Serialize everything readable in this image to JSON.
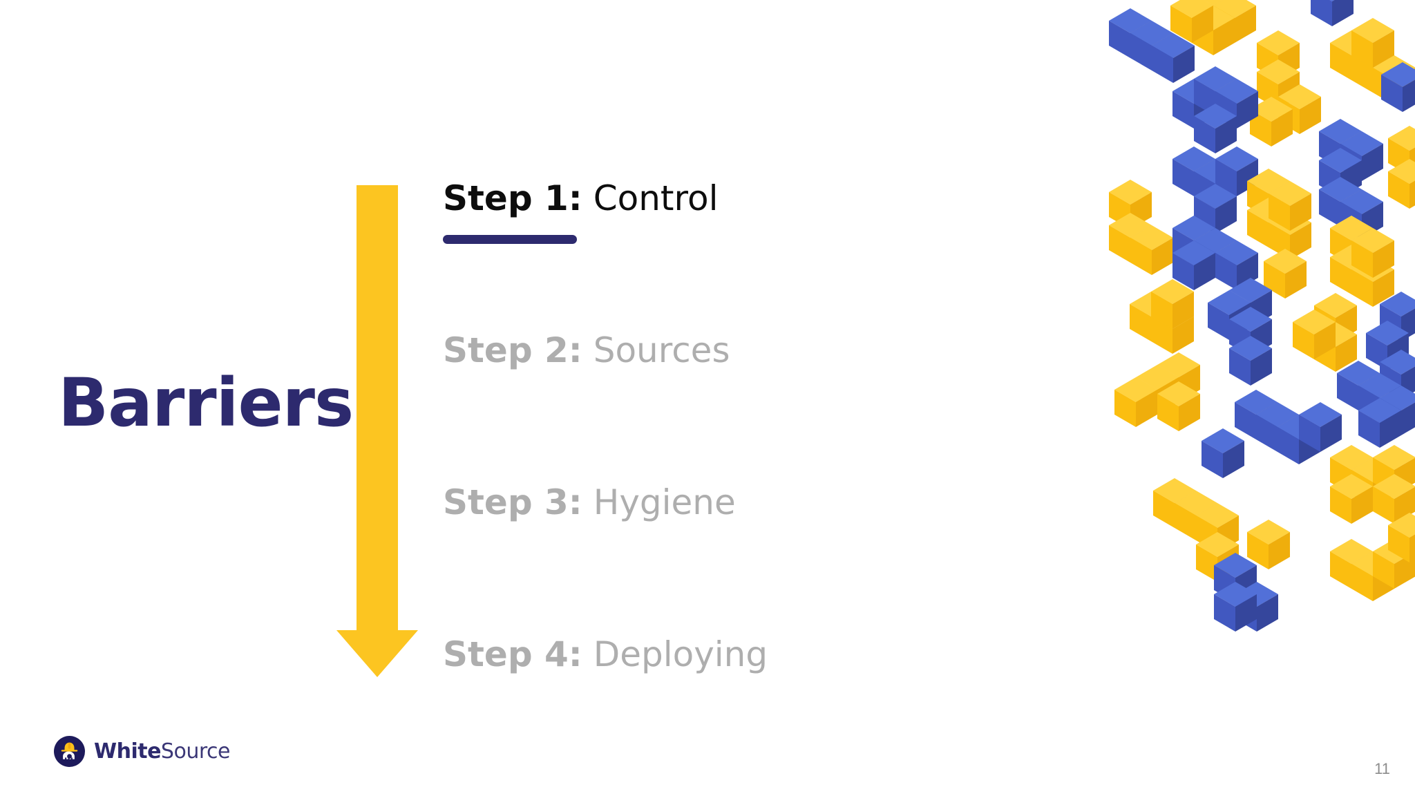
{
  "slide": {
    "title": "Barriers",
    "page_number": "11",
    "background_color": "#ffffff"
  },
  "colors": {
    "navy": "#2D2A6E",
    "yellow": "#FCC521",
    "yellow_dark": "#EFAF12",
    "yellow_light": "#FFD54A",
    "blue": "#4158C0",
    "blue_dark": "#36469E",
    "blue_light": "#5C73D4",
    "gray_inactive": "#aeaeae",
    "black_active": "#0d0d0d",
    "page_number_gray": "#8c8c8c"
  },
  "arrow": {
    "name": "down-arrow",
    "color": "#FCC521",
    "direction": "down"
  },
  "steps": [
    {
      "label": "Step 1:",
      "name": "Control",
      "active": true,
      "underline": true
    },
    {
      "label": "Step 2:",
      "name": "Sources",
      "active": false,
      "underline": false
    },
    {
      "label": "Step 3:",
      "name": "Hygiene",
      "active": false,
      "underline": false
    },
    {
      "label": "Step 4:",
      "name": "Deploying",
      "active": false,
      "underline": false
    }
  ],
  "logo": {
    "mark": "hardhat-gear-icon",
    "text_bold": "White",
    "text_light": "Source"
  },
  "decoration": {
    "name": "isometric-blocks-pattern",
    "palette": [
      "#FCC521",
      "#4158C0"
    ]
  }
}
